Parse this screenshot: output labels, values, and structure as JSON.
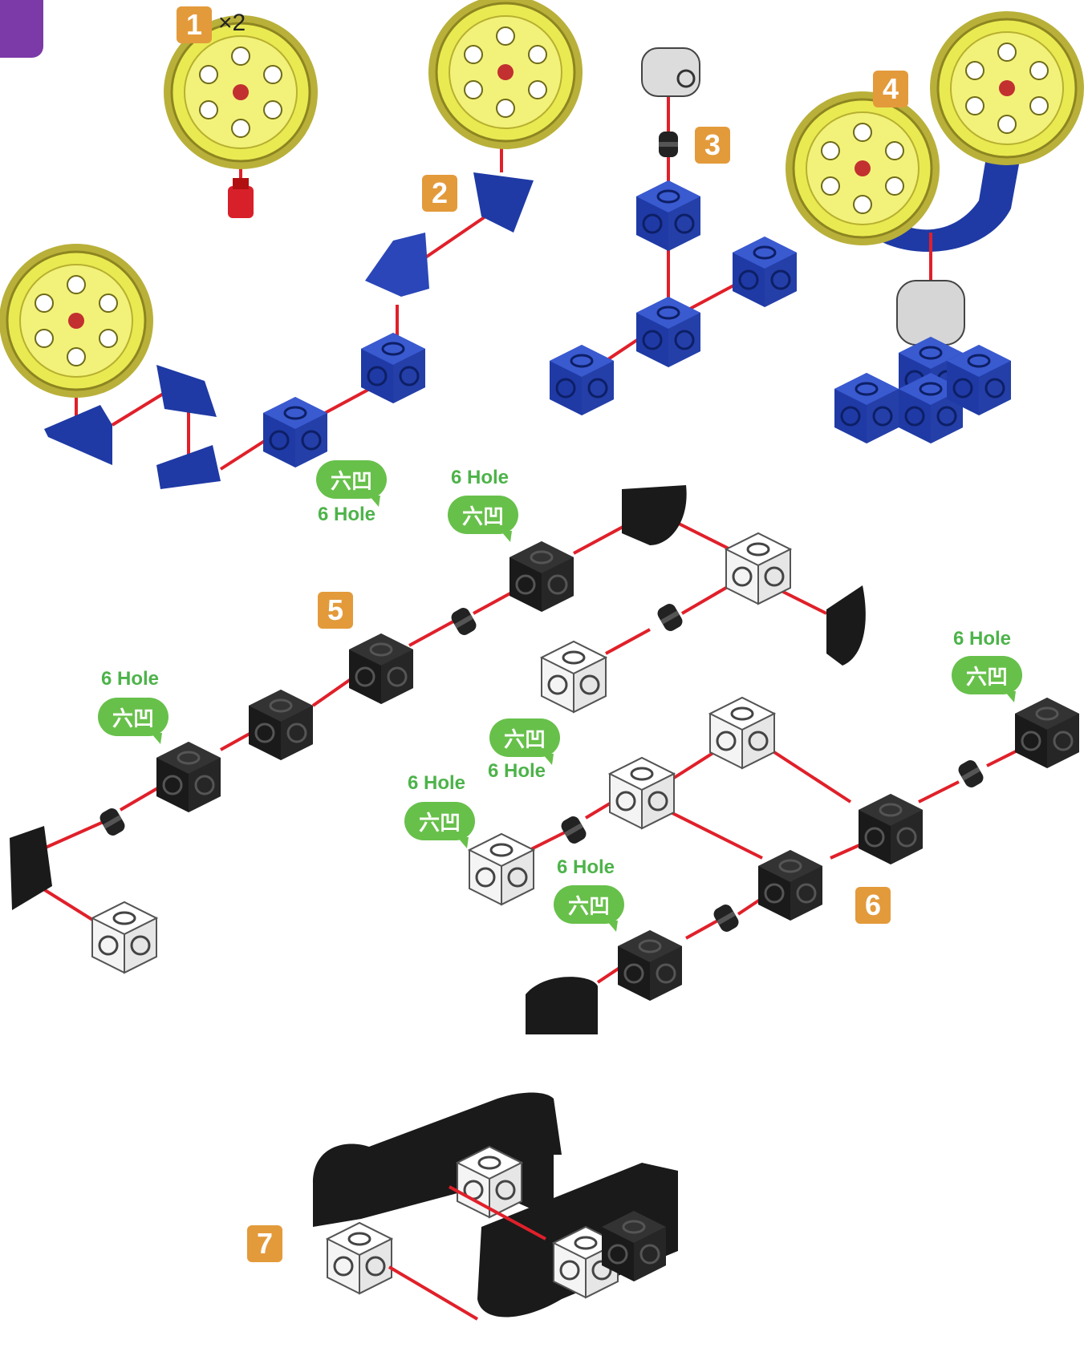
{
  "steps": {
    "s1": "1",
    "s2": "2",
    "s3": "3",
    "s4": "4",
    "s5": "5",
    "s6": "6",
    "s7": "7",
    "multiplier": "×2"
  },
  "labels": {
    "hole_en": "6 Hole",
    "hole_zh": "六凹"
  },
  "colors": {
    "badge": "#e39a3b",
    "bubble": "#67c04a",
    "connector": "#e0202a",
    "blue_part": "#2a46b8",
    "gear": "#e9ea52",
    "black_part": "#222222",
    "white_part": "#f4f4f4",
    "tab": "#7b3aa8"
  }
}
